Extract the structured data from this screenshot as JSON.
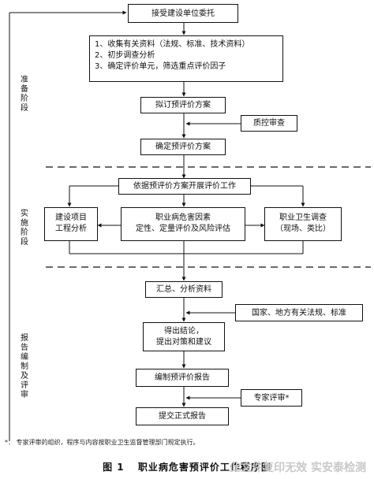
{
  "stages": {
    "prep": "准备阶段",
    "impl": "实施阶段",
    "report": "报告编制及评审"
  },
  "boxes": {
    "accept": "接受建设单位委托",
    "step1": "1、收集有关资料（法规、标准、技术资料）",
    "step2": "2、初步调查分析",
    "step3": "3、确定评价单元，筛选重点评价因子",
    "draft_plan": "拟订预评价方案",
    "expert_review": "质控审查",
    "confirm_plan": "确定预评价方案",
    "start_work": "依据预评价方案开展评价工作",
    "project_l1": "建设项目",
    "project_l2": "工程分析",
    "hazard_l1": "职业病危害因素",
    "hazard_l2": "定性、定量评价及风险评估",
    "survey_l1": "职业卫生调查",
    "survey_l2": "（现场、类比）",
    "summarize": "汇总、分析资料",
    "laws": "国家、地方有关法规、标准",
    "conclude_l1": "得出结论，",
    "conclude_l2": "提出对策和建议",
    "compile": "编制预评价报告",
    "expert_review2": "专家评审*",
    "submit": "提交正式报告"
  },
  "footnote": "*：  专家评审的组织，程序与内容按职业卫生监督管理部门规定执行。",
  "caption": {
    "number": "图 1",
    "title": "职业病危害预评价工作程序图"
  },
  "watermark": "此文件复印无效 实安泰检测"
}
